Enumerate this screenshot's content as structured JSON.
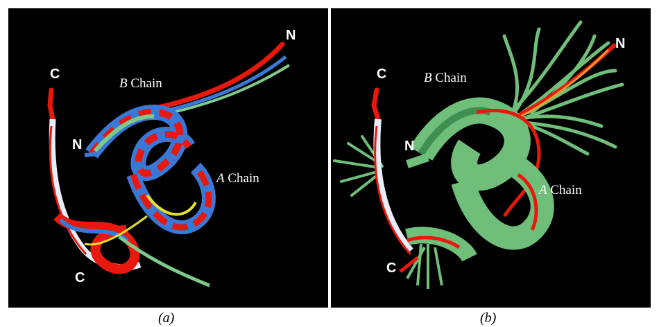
{
  "panels": [
    {
      "id": "a",
      "caption": "(a)",
      "labels": {
        "c_top": "C",
        "n_top": "N",
        "n_mid": "N",
        "c_bottom": "C",
        "b_chain_letter": "B",
        "b_chain_word": "Chain",
        "a_chain_letter": "A",
        "a_chain_word": "Chain"
      },
      "colors": {
        "red": "#e8180c",
        "blue": "#3a78d8",
        "green": "#7fc98a",
        "yellow": "#e8e030",
        "white": "#e8eef8"
      }
    },
    {
      "id": "b",
      "caption": "(b)",
      "labels": {
        "c_top": "C",
        "n_top": "N",
        "n_mid": "N",
        "c_bottom": "C",
        "b_chain_letter": "B",
        "b_chain_word": "Chain",
        "a_chain_letter": "A",
        "a_chain_word": "Chain"
      },
      "colors": {
        "red": "#e8180c",
        "green": "#6fbf7a",
        "dark_green": "#3f8f50",
        "white": "#e8eef8"
      }
    }
  ]
}
